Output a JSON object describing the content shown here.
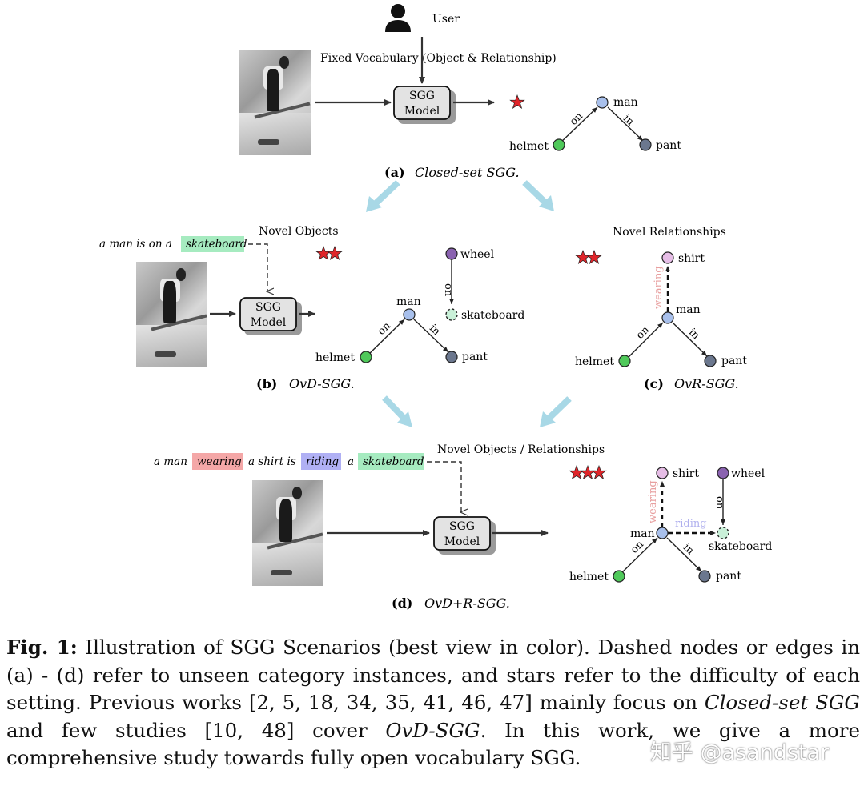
{
  "panel_a": {
    "user_label": "User",
    "vocab_label": "Fixed Vocabulary (Object & Relationship)",
    "model_line1": "SGG",
    "model_line2": "Model",
    "caption_letter": "(a)",
    "caption_text": "Closed-set SGG.",
    "nodes": {
      "man": "man",
      "helmet": "helmet",
      "pant": "pant"
    },
    "edges": {
      "on": "on",
      "in": "in"
    },
    "stars": 1
  },
  "panel_b": {
    "phrase_pre": "a man is on a",
    "phrase_hl": "skateboard",
    "novel_label": "Novel Objects",
    "model_line1": "SGG",
    "model_line2": "Model",
    "caption_letter": "(b)",
    "caption_text": "OvD-SGG.",
    "nodes": {
      "wheel": "wheel",
      "skateboard": "skateboard",
      "man": "man",
      "helmet": "helmet",
      "pant": "pant"
    },
    "edges": {
      "on1": "on",
      "on2": "on",
      "in": "in"
    },
    "stars": 2
  },
  "panel_c": {
    "novel_label": "Novel Relationships",
    "caption_letter": "(c)",
    "caption_text": "OvR-SGG.",
    "nodes": {
      "shirt": "shirt",
      "man": "man",
      "helmet": "helmet",
      "pant": "pant"
    },
    "edges": {
      "wearing": "wearing",
      "on": "on",
      "in": "in"
    },
    "stars": 2
  },
  "panel_d": {
    "phrase": [
      "a man",
      "wearing",
      "a shirt is",
      "riding",
      "a",
      "skateboard"
    ],
    "novel_label": "Novel Objects / Relationships",
    "model_line1": "SGG",
    "model_line2": "Model",
    "caption_letter": "(d)",
    "caption_text": "OvD+R-SGG.",
    "nodes": {
      "shirt": "shirt",
      "wheel": "wheel",
      "man": "man",
      "skateboard": "skateboard",
      "helmet": "helmet",
      "pant": "pant"
    },
    "edges": {
      "wearing": "wearing",
      "riding": "riding",
      "on_wheel": "on",
      "on": "on",
      "in": "in"
    },
    "stars": 3
  },
  "colors": {
    "man": "#a8c0ec",
    "helmet": "#4fc95a",
    "pant": "#6b778e",
    "wheel": "#8a62b0",
    "skateboard": "#c9f0d8",
    "shirt": "#e6bde6",
    "star": "#e0252a",
    "flow_arrow": "#a8d8e6",
    "hl_green": "#a6ebc0",
    "hl_red": "#f4a7a7",
    "hl_blue": "#b0b0f4",
    "wearing_text": "#e8a0a0",
    "riding_text": "#b0b0ee"
  },
  "caption": {
    "fig": "Fig. 1:",
    "t1": " Illustration of SGG Scenarios (best view in color). Dashed nodes or edges in (a) - (d) refer to unseen category instances, and stars refer to the difficulty of each setting. Previous works [2, 5, 18, 34, 35, 41, 46, 47] mainly focus on ",
    "i1": "Closed-set SGG",
    "t2": " and few studies [10, 48] cover ",
    "i2": "OvD-SGG",
    "t3": ". In this work, we give a more comprehensive study towards fully open vocabulary SGG."
  },
  "watermark": "知乎 @asandstar"
}
